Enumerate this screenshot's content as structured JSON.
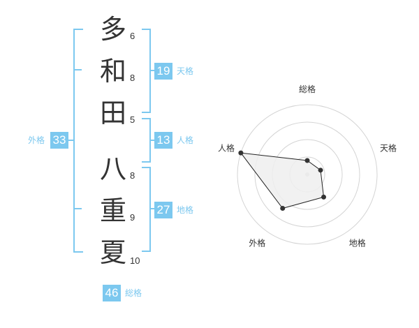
{
  "name_chars": [
    {
      "char": "多",
      "strokes": "6"
    },
    {
      "char": "和",
      "strokes": "8"
    },
    {
      "char": "田",
      "strokes": "5"
    },
    {
      "char": "八",
      "strokes": "8"
    },
    {
      "char": "重",
      "strokes": "9"
    },
    {
      "char": "夏",
      "strokes": "10"
    }
  ],
  "fortunes": {
    "tenkaku": {
      "value": "19",
      "label": "天格"
    },
    "jinkaku": {
      "value": "13",
      "label": "人格"
    },
    "chikaku": {
      "value": "27",
      "label": "地格"
    },
    "gaikaku": {
      "value": "33",
      "label": "外格"
    },
    "soukaku": {
      "value": "46",
      "label": "総格"
    }
  },
  "colors": {
    "accent": "#7cc8ef",
    "badge": "#7cc8ef",
    "text": "#333333",
    "radar_fill": "#efefef",
    "radar_ring": "#d4d4d4"
  },
  "chart_data": {
    "type": "radar",
    "axes": [
      "総格",
      "天格",
      "地格",
      "外格",
      "人格"
    ],
    "values": [
      1,
      1,
      2,
      3,
      5
    ],
    "range": [
      0,
      5
    ],
    "rings": 4
  }
}
